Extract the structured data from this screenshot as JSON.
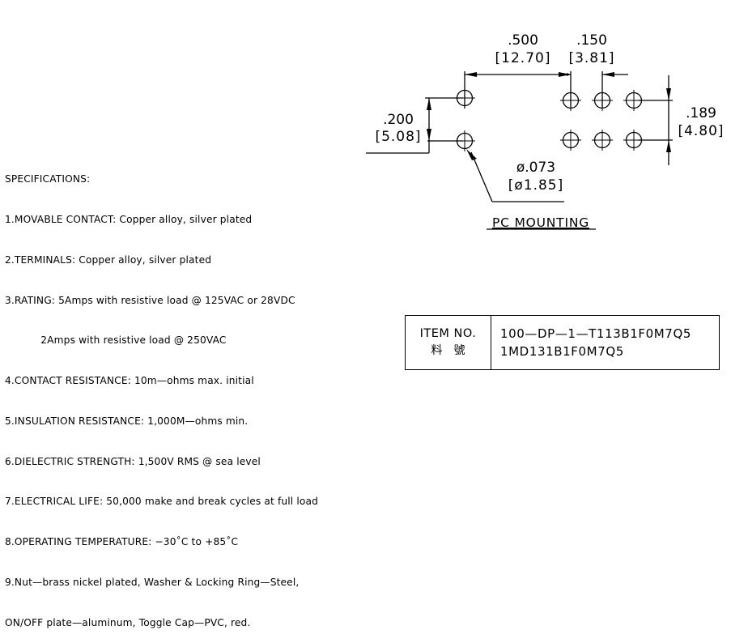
{
  "specifications": {
    "title": "SPECIFICATIONS:",
    "lines": [
      "1.MOVABLE CONTACT: Copper alloy, silver plated",
      "2.TERMINALS: Copper alloy, silver plated",
      "3.RATING: 5Amps with resistive load @ 125VAC or 28VDC",
      "           2Amps with resistive load @ 250VAC",
      "4.CONTACT RESISTANCE: 10m—ohms max. initial",
      "5.INSULATION RESISTANCE: 1,000M—ohms min.",
      "6.DIELECTRIC STRENGTH: 1,500V RMS @ sea level",
      "7.ELECTRICAL LIFE: 50,000 make and break cycles at full load",
      "8.OPERATING TEMPERATURE: −30˚C to +85˚C",
      "9.Nut—brass nickel plated, Washer & Locking Ring—Steel,",
      "ON/OFF plate—aluminum, Toggle Cap—PVC, red."
    ]
  },
  "pc_mounting": {
    "title": "PC MOUNTING",
    "dimensions": {
      "h_spacing_main": {
        "inch": ".500",
        "mm": "[12.70]"
      },
      "h_spacing_pitch": {
        "inch": ".150",
        "mm": "[3.81]"
      },
      "v_spacing_left": {
        "inch": ".200",
        "mm": "[5.08]"
      },
      "v_spacing_right": {
        "inch": ".189",
        "mm": "[4.80]"
      },
      "hole_diameter": {
        "inch": "ø.073",
        "mm": "[ø1.85]"
      }
    },
    "holes": {
      "left_column_count": 2,
      "right_columns_count": 3,
      "right_rows_count": 2
    }
  },
  "item_table": {
    "label_en": "ITEM NO.",
    "label_cjk": "料號",
    "values": [
      "100—DP—1—T113B1F0M7Q5",
      "1MD131B1F0M7Q5"
    ]
  }
}
